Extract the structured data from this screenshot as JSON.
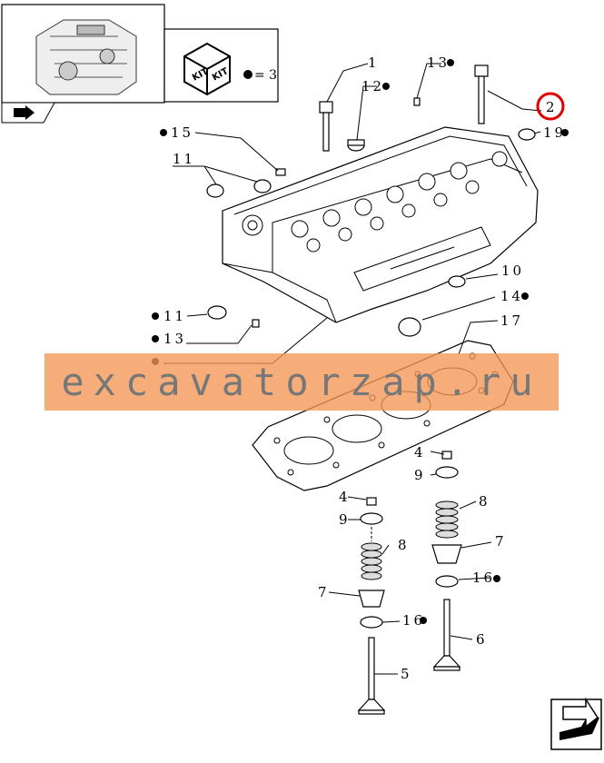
{
  "kit_box": {
    "kit_label_1": "KIT",
    "kit_label_2": "KIT",
    "quantity": "= 3"
  },
  "callouts": {
    "c1": "1",
    "c2": "2",
    "c4a": "4",
    "c4b": "4",
    "c5": "5",
    "c6": "6",
    "c7a": "7",
    "c7b": "7",
    "c8a": "8",
    "c8b": "8",
    "c9a": "9",
    "c9b": "9",
    "c10": "10",
    "c11a": "11",
    "c11b": "11",
    "c12": "12",
    "c13a": "13",
    "c13b": "13",
    "c14": "14",
    "c15": "15",
    "c16a": "16",
    "c16b": "16",
    "c17": "17",
    "c19": "19"
  },
  "watermark": "excavatorzap.ru",
  "icons": [
    "engine-thumbnail-icon",
    "kit-icon",
    "navigation-arrow-icon"
  ]
}
